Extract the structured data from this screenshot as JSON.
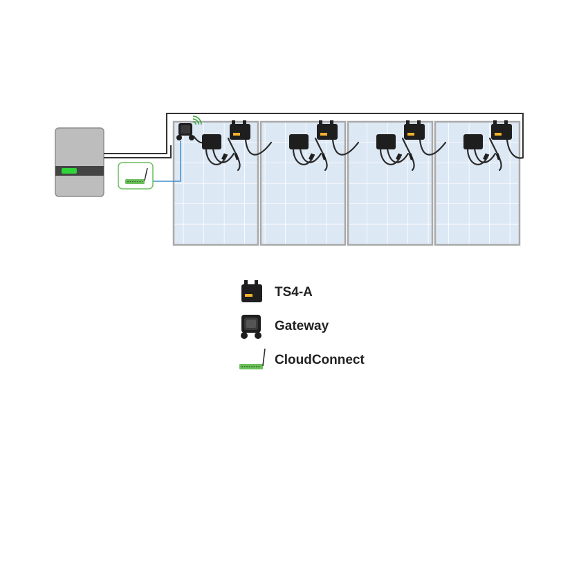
{
  "legend": {
    "items": [
      {
        "label": "TS4-A",
        "icon": "ts4-a-optimizer-icon"
      },
      {
        "label": "Gateway",
        "icon": "gateway-icon"
      },
      {
        "label": "CloudConnect",
        "icon": "cloudconnect-icon"
      }
    ]
  },
  "colors": {
    "panel_cell": "#dfe9f6",
    "panel_frame": "#a9a9a9",
    "cable": "#333333",
    "data_cable": "#3d8fd1",
    "device": "#222222",
    "label_accent": "#f2b32a",
    "inverter_body": "#bdbdbd",
    "status_led": "#2fd43b",
    "cloudconnect_board": "#6cbf5b",
    "wireless_signal": "#3aa83a"
  }
}
